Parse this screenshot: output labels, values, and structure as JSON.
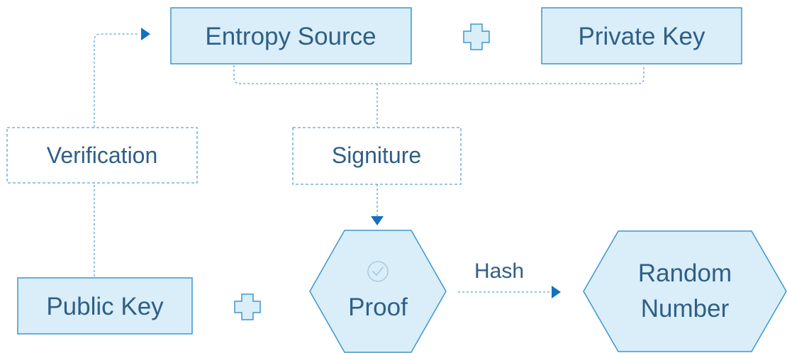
{
  "diagram": {
    "nodes": {
      "entropy_source": "Entropy Source",
      "private_key": "Private Key",
      "verification": "Verification",
      "signature": "Signiture",
      "public_key": "Public Key",
      "proof": "Proof",
      "random_number_line1": "Random",
      "random_number_line2": "Number"
    },
    "edges": {
      "hash_label": "Hash"
    },
    "icons": {
      "plus": "plus-icon",
      "check": "check-circle-icon",
      "arrow": "arrow-right-icon"
    },
    "colors": {
      "fill": "#d9eef9",
      "stroke": "#3e95cf",
      "dashed": "#5aa5d8",
      "arrow": "#1172c1",
      "text": "#2f5f86"
    }
  }
}
